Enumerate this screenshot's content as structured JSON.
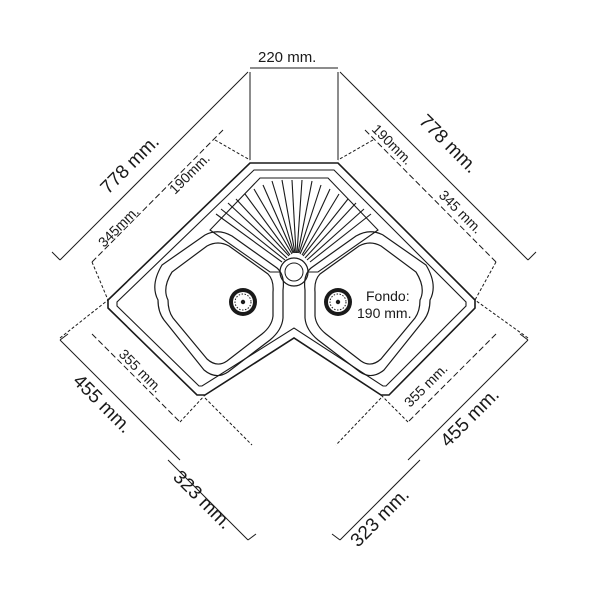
{
  "diagram": {
    "dimensions": {
      "top_width": "220 mm.",
      "left_overall": "778 mm.",
      "right_overall": "778 mm.",
      "left_inner_345": "345mm.",
      "left_inner_190": "190mm.",
      "right_inner_190": "190mm.",
      "right_inner_345": "345 mm.",
      "left_bowl_355": "355 mm.",
      "right_bowl_355": "355 mm.",
      "left_depth_455": "455 mm.",
      "right_depth_455": "455 mm.",
      "left_323": "323 mm.",
      "right_323": "323 mm."
    },
    "bowl_label": {
      "line1": "Fondo:",
      "line2": "190 mm."
    }
  }
}
